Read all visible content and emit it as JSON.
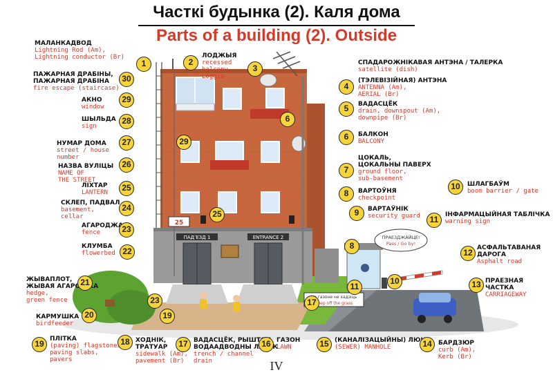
{
  "title": {
    "be": "Часткі будынка (2). Каля дома",
    "en": "Parts of a building (2). Outside"
  },
  "page_number": "IV",
  "items": [
    {
      "n": "1",
      "be": "МАЛАНКАДВОД",
      "en": "Lightning Rod (Am),\nLightning conductor (Br)"
    },
    {
      "n": "2",
      "be": "ЛОДЖЫЯ",
      "en": "recessed\nbalcony,\nLoggia"
    },
    {
      "n": "3",
      "be": "СПАДАРОЖНІКАВАЯ АНТЭНА / ТАЛЕРКА",
      "en": "satellite (dish)"
    },
    {
      "n": "4",
      "be": "(ТЭЛЕВІЗІЙНАЯ) АНТЭНА",
      "en": "ANTENNA (Am),\nAERIAL (Br)"
    },
    {
      "n": "5",
      "be": "ВАДАСЦЁК",
      "en": "drain, downspout (Am),\ndownpipe (Br)"
    },
    {
      "n": "6",
      "be": "БАЛКОН",
      "en": "BALCONY"
    },
    {
      "n": "7",
      "be": "ЦОКАЛЬ,\nЦОКАЛЬНЫ ПАВЕРХ",
      "en": "ground floor,\nsub-basement"
    },
    {
      "n": "8",
      "be": "ВАРТОЎНЯ",
      "en": "checkpoint"
    },
    {
      "n": "9",
      "be": "ВАРТАЎНІК",
      "en": "security guard"
    },
    {
      "n": "10",
      "be": "ШЛАГБАЎМ",
      "en": "boom barrier / gate"
    },
    {
      "n": "11",
      "be": "ІНФАРМАЦЫЙНАЯ ТАБЛІЧКА",
      "en": "warning sign"
    },
    {
      "n": "12",
      "be": "АСФАЛЬТАВАНАЯ\nДАРОГА",
      "en": "Asphalt road"
    },
    {
      "n": "13",
      "be": "ПРАЕЗНАЯ ЧАСТКА",
      "en": "CARRIAGEWAY"
    },
    {
      "n": "14",
      "be": "БАРДЗЮР",
      "en": "curb (Am),\nKerb (Br)"
    },
    {
      "n": "15",
      "be": "(КАНАЛІЗАЦЫЙНЫ) ЛЮК",
      "en": "(SEWER) MANHOLE"
    },
    {
      "n": "16",
      "be": "ГАЗОН",
      "en": "LAWN"
    },
    {
      "n": "17",
      "be": "ВАДАСЦЁК, РЫШТОК,\nВОДААДВОДНЫ ЛАТАК",
      "en": "trench / channel\ndrain"
    },
    {
      "n": "18",
      "be": "ХОДНІК,\nТРАТУАР",
      "en": "sidewalk (Am),\npavement (Br)"
    },
    {
      "n": "19",
      "be": "ПЛІТКА",
      "en": "(paving) flagstones,\npaving slabs,\npavers"
    },
    {
      "n": "20",
      "be": "КАРМУШКА",
      "en": "birdfeeder"
    },
    {
      "n": "21",
      "be": "ЖЫВАПЛОТ,\nЖЫВАЯ АГАРОДЖА",
      "en": "hedge,\ngreen fence"
    },
    {
      "n": "22",
      "be": "КЛУМБА",
      "en": "flowerbed"
    },
    {
      "n": "23",
      "be": "АГАРОДЖА",
      "en": "fence"
    },
    {
      "n": "24",
      "be": "СКЛЕП, ПАДВАЛ",
      "en": "basement,\ncellar"
    },
    {
      "n": "25",
      "be": "ЛІХТАР",
      "en": "LANTERN"
    },
    {
      "n": "26",
      "be": "НАЗВА ВУЛІЦЫ",
      "en": "NAME OF\nTHE STREET"
    },
    {
      "n": "27",
      "be": "НУМАР ДОМА",
      "en": "street / house\nnumber"
    },
    {
      "n": "28",
      "be": "ШЫЛЬДА",
      "en": "sign"
    },
    {
      "n": "29",
      "be": "АКНО",
      "en": "window"
    },
    {
      "n": "30",
      "be": "ПАЖАРНАЯ ДРАБІНЫ,\nПАЖАРНАЯ ДРАБІНА",
      "en": "fire escape (staircase)"
    }
  ],
  "scene": {
    "entrance_1": "ПАДʼЕЗД 1",
    "entrance_2": "ENTRANCE 2",
    "house_number": "25",
    "guard_speech": "ПРАЕЗДЖАЙЦЕ!\nPass / Go by!",
    "lawn_sign_be": "На газоне не хадзіць",
    "lawn_sign_en": "Keep off the grass"
  },
  "colors": {
    "accent_red": "#d23a2a",
    "badge_yellow": "#f7d43b",
    "brick": "#c8673e"
  }
}
